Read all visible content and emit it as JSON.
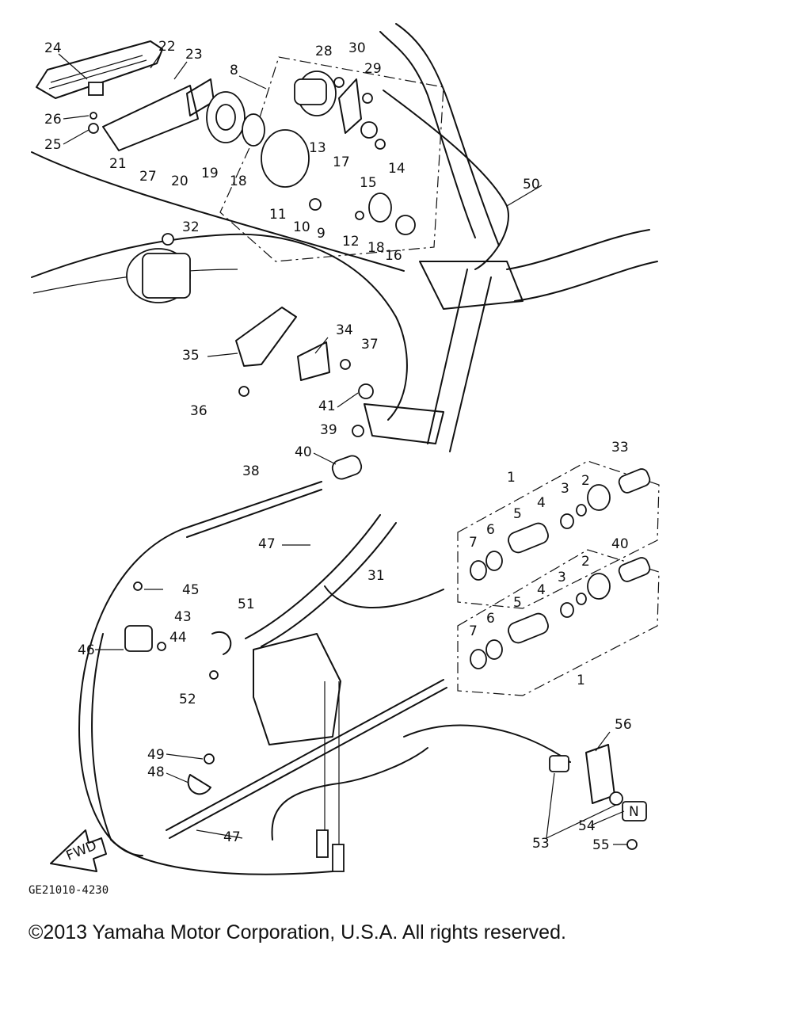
{
  "diagram": {
    "code": "GE21010-4230",
    "direction_label": "FWD",
    "neutral_mark": "N",
    "callouts": [
      "24",
      "22",
      "23",
      "8",
      "28",
      "30",
      "29",
      "26",
      "25",
      "21",
      "27",
      "20",
      "19",
      "18",
      "13",
      "17",
      "15",
      "14",
      "11",
      "10",
      "9",
      "12",
      "18",
      "16",
      "50",
      "32",
      "35",
      "34",
      "37",
      "36",
      "41",
      "39",
      "40",
      "38",
      "33",
      "1",
      "2",
      "3",
      "4",
      "5",
      "6",
      "7",
      "40",
      "2",
      "3",
      "4",
      "5",
      "6",
      "7",
      "1",
      "47",
      "31",
      "45",
      "43",
      "44",
      "46",
      "51",
      "52",
      "49",
      "48",
      "56",
      "53",
      "54",
      "55",
      "47"
    ]
  },
  "footer": {
    "copyright": "©2013 Yamaha Motor Corporation, U.S.A. All rights reserved."
  }
}
